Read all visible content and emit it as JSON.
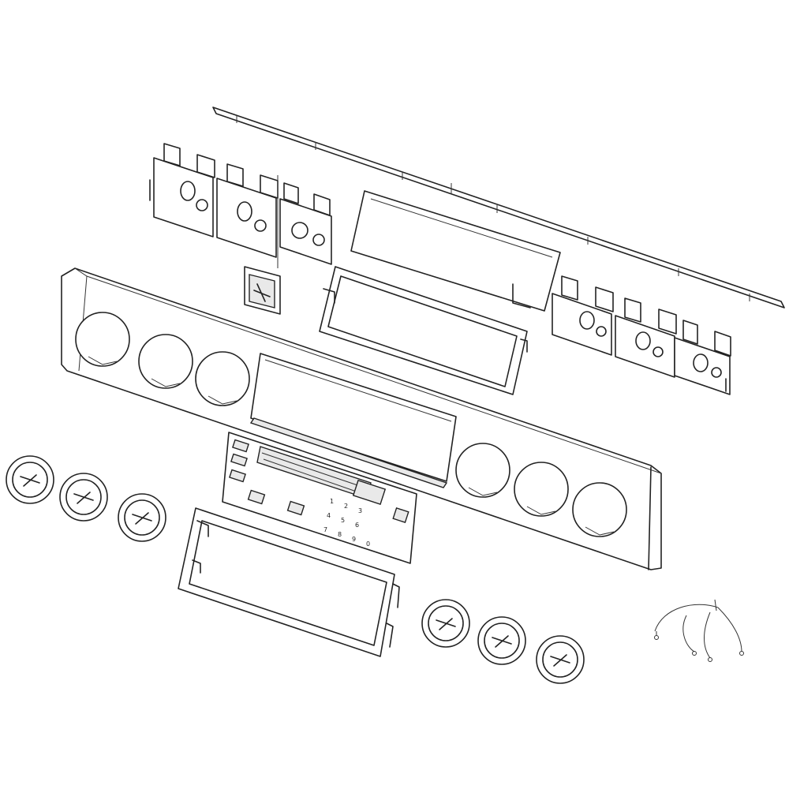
{
  "diagram": {
    "background": "#ffffff",
    "line_color": "#222222",
    "keypad_digits": [
      "1",
      "2",
      "3",
      "4",
      "5",
      "6",
      "7",
      "8",
      "9",
      "0"
    ]
  }
}
